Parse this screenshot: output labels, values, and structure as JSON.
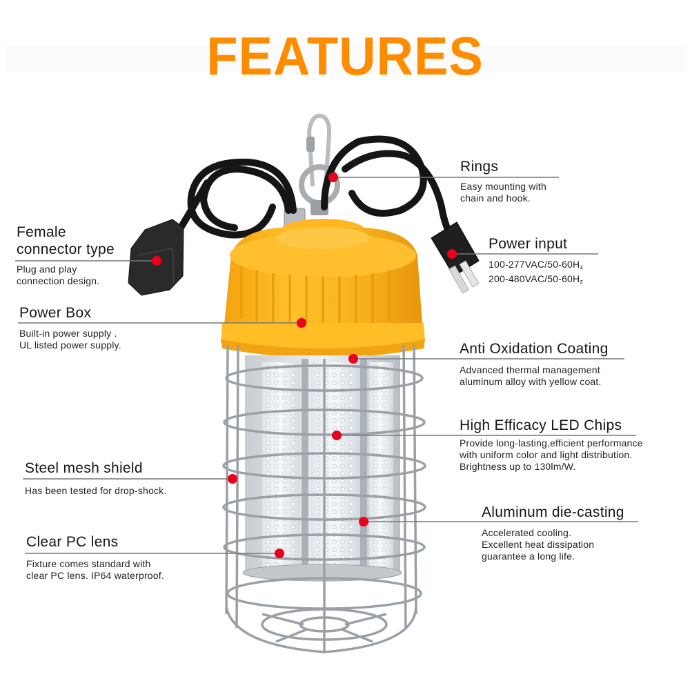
{
  "header": {
    "title": "FEATURES",
    "title_color": "#ff8c00"
  },
  "colors": {
    "marker": "#e8001c",
    "leader_line": "#777777",
    "housing_yellow": "#f7b21a",
    "cage_steel": "#b8bcc0",
    "cable_black": "#1a1a1a"
  },
  "product": {
    "name": "LED temporary work light with steel cage",
    "icon": "led-work-light-illustration"
  },
  "callouts": [
    {
      "id": "female-connector",
      "title_line1": "Female",
      "title_line2": "connector type",
      "desc_line1": "Plug and play",
      "desc_line2": "connection design."
    },
    {
      "id": "power-box",
      "title": "Power Box",
      "desc_line1": "Built-in power supply .",
      "desc_line2": "UL listed power supply."
    },
    {
      "id": "steel-mesh",
      "title": "Steel mesh shield",
      "desc_line1": "Has been tested for drop-shock."
    },
    {
      "id": "clear-pc-lens",
      "title": "Clear PC lens",
      "desc_line1": "Fixture comes standard with",
      "desc_line2": "clear PC lens. IP64 waterproof."
    },
    {
      "id": "rings",
      "title": "Rings",
      "desc_line1": "Easy mounting with",
      "desc_line2": "chain and hook."
    },
    {
      "id": "power-input",
      "title": "Power input",
      "desc_line1": "100-277VAC/50-60H",
      "desc_line2": "200-480VAC/50-60H",
      "hz_sub": "z"
    },
    {
      "id": "anti-oxidation",
      "title": "Anti Oxidation Coating",
      "desc_line1": "Advanced thermal management",
      "desc_line2": "aluminum alloy with yellow coat."
    },
    {
      "id": "led-chips",
      "title": "High Efficacy LED Chips",
      "desc_line1": "Provide long-lasting,efficient performance",
      "desc_line2": "with uniform color and light distribution.",
      "desc_line3": "Brightness up to 130lm/W."
    },
    {
      "id": "die-casting",
      "title": "Aluminum die-casting",
      "desc_line1": "Accelerated cooling.",
      "desc_line2": "Excellent heat dissipation",
      "desc_line3": "guarantee a long life."
    }
  ]
}
